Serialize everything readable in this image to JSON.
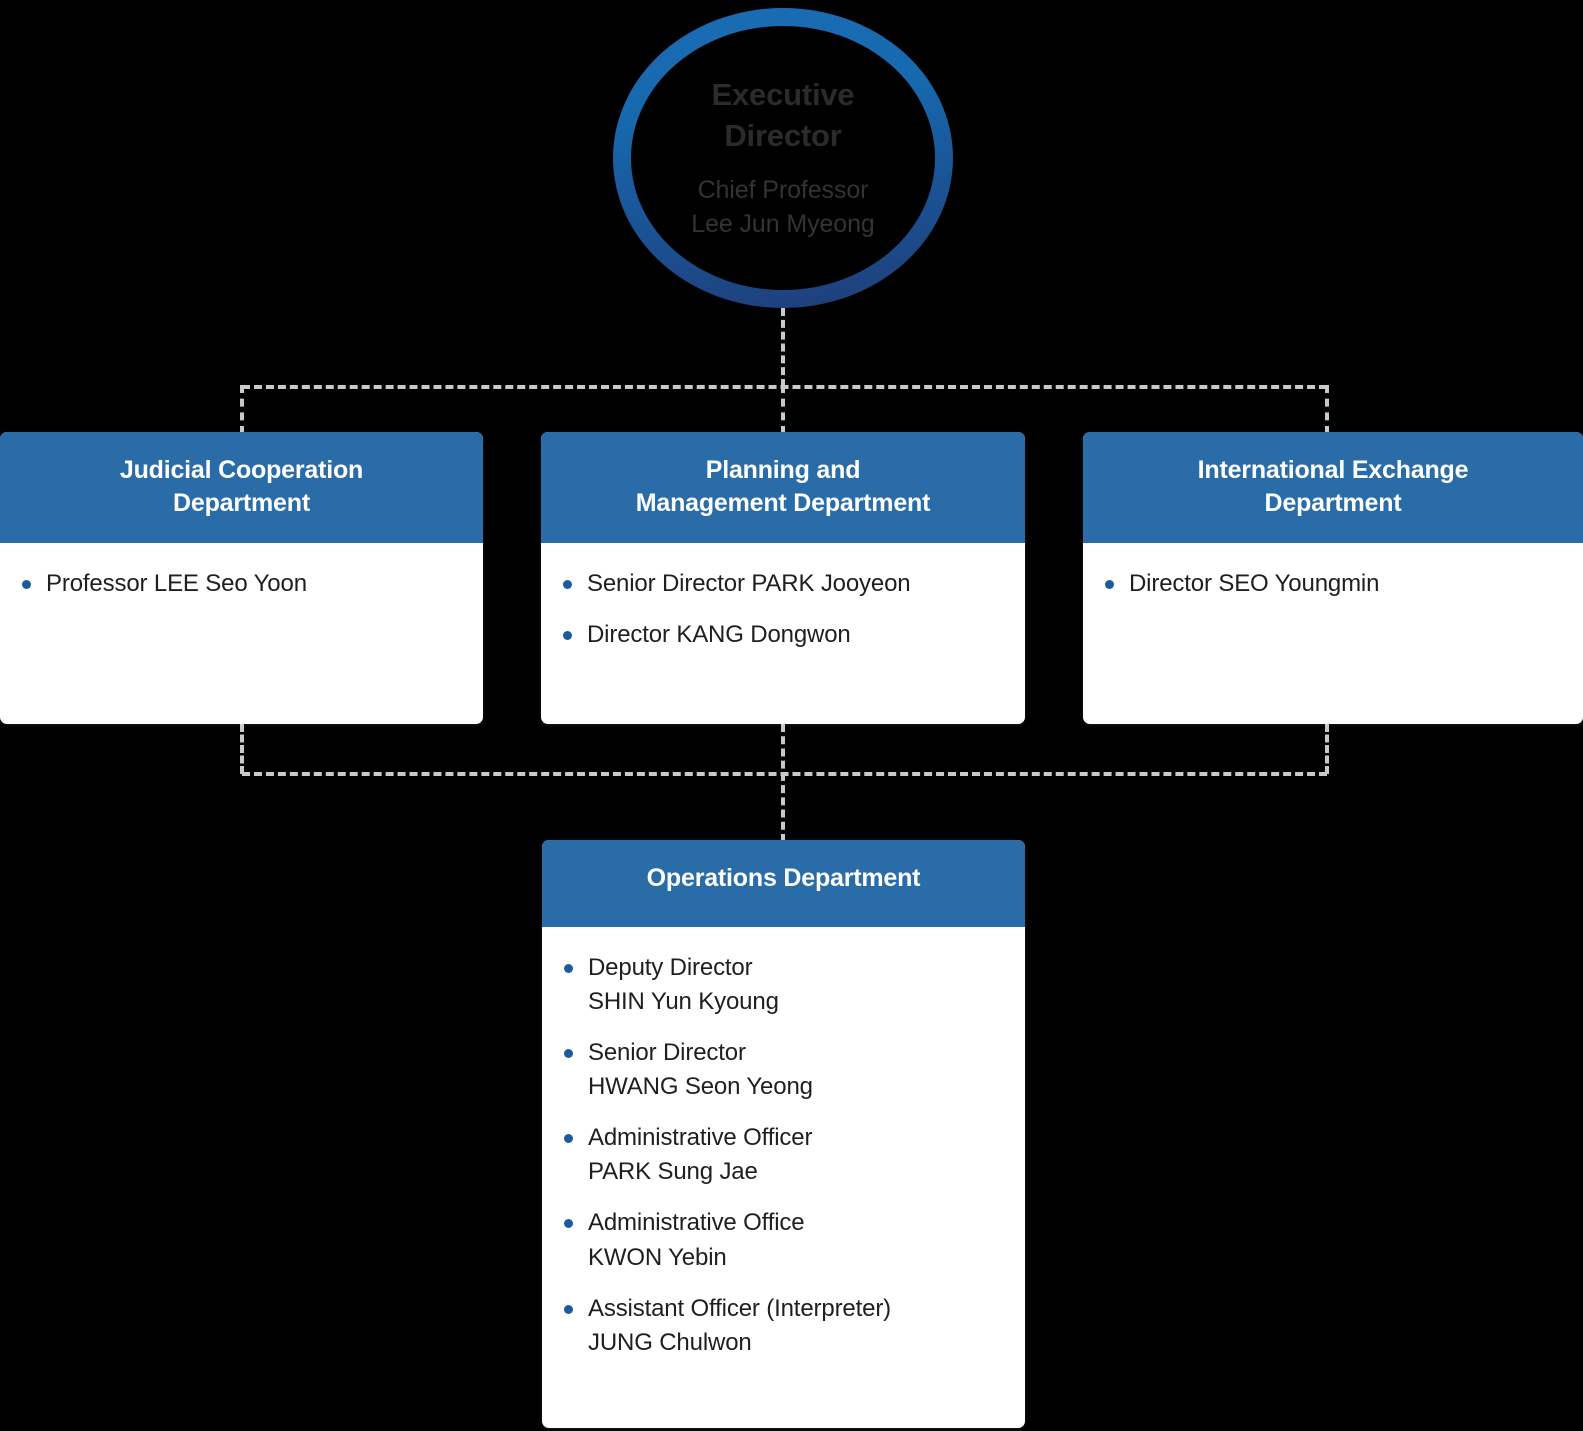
{
  "chart_type": "organization-chart",
  "colors": {
    "background": "#000000",
    "header_blue": "#2a6ca8",
    "ring_light_blue": "#1a6cb4",
    "ring_dark_blue": "#1f3d78",
    "bullet_blue": "#1b5a9c",
    "connector_gray": "#c9c9c9",
    "card_background": "#ffffff",
    "body_text": "#1f1f1f",
    "exec_text": "#2b2b2b"
  },
  "executive": {
    "title_line1": "Executive",
    "title_line2": "Director",
    "subtitle_line1": "Chief Professor",
    "subtitle_line2": "Lee Jun Myeong"
  },
  "departments": [
    {
      "id": "judicial",
      "title_line1": "Judicial Cooperation",
      "title_line2": "Department",
      "members": [
        {
          "line1": "Professor LEE Seo Yoon",
          "line2": ""
        }
      ]
    },
    {
      "id": "planning",
      "title_line1": "Planning and",
      "title_line2": "Management Department",
      "members": [
        {
          "line1": "Senior Director PARK Jooyeon",
          "line2": ""
        },
        {
          "line1": "Director KANG Dongwon",
          "line2": ""
        }
      ]
    },
    {
      "id": "international",
      "title_line1": "International Exchange",
      "title_line2": "Department",
      "members": [
        {
          "line1": "Director SEO Youngmin",
          "line2": ""
        }
      ]
    },
    {
      "id": "operations",
      "title_line1": "Operations Department",
      "title_line2": "",
      "members": [
        {
          "line1": "Deputy Director",
          "line2": "SHIN Yun Kyoung"
        },
        {
          "line1": "Senior Director",
          "line2": "HWANG Seon Yeong"
        },
        {
          "line1": "Administrative Officer",
          "line2": "PARK Sung Jae"
        },
        {
          "line1": "Administrative Office",
          "line2": "KWON Yebin"
        },
        {
          "line1": "Assistant Officer (Interpreter)",
          "line2": "JUNG Chulwon"
        }
      ]
    }
  ]
}
